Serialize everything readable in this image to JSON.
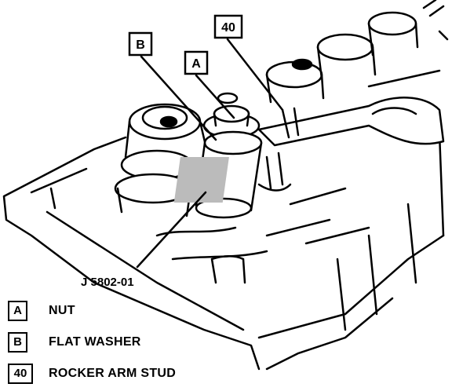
{
  "callouts": [
    {
      "key": "B"
    },
    {
      "key": "A"
    },
    {
      "key": "40"
    }
  ],
  "tool_label": "J 5802-01",
  "legend": [
    {
      "key": "A",
      "label": "NUT"
    },
    {
      "key": "B",
      "label": "FLAT WASHER"
    },
    {
      "key": "40",
      "label": "ROCKER ARM STUD"
    }
  ]
}
